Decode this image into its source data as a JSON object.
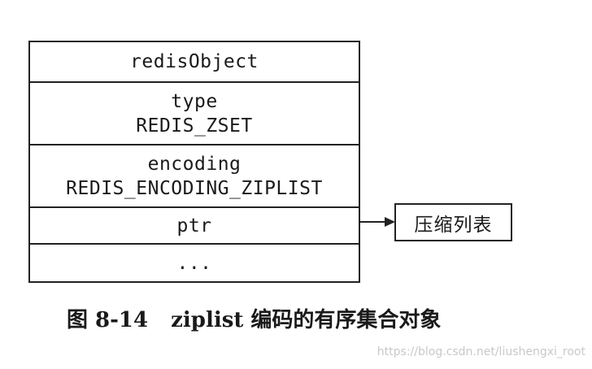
{
  "struct": {
    "title": "redisObject",
    "type_label": "type",
    "type_value": "REDIS_ZSET",
    "encoding_label": "encoding",
    "encoding_value": "REDIS_ENCODING_ZIPLIST",
    "ptr_label": "ptr",
    "more_label": "..."
  },
  "target": {
    "label": "压缩列表"
  },
  "caption": {
    "number": "图 8-14",
    "text": "ziplist 编码的有序集合对象"
  },
  "watermark": "https://blog.csdn.net/liushengxi_root"
}
